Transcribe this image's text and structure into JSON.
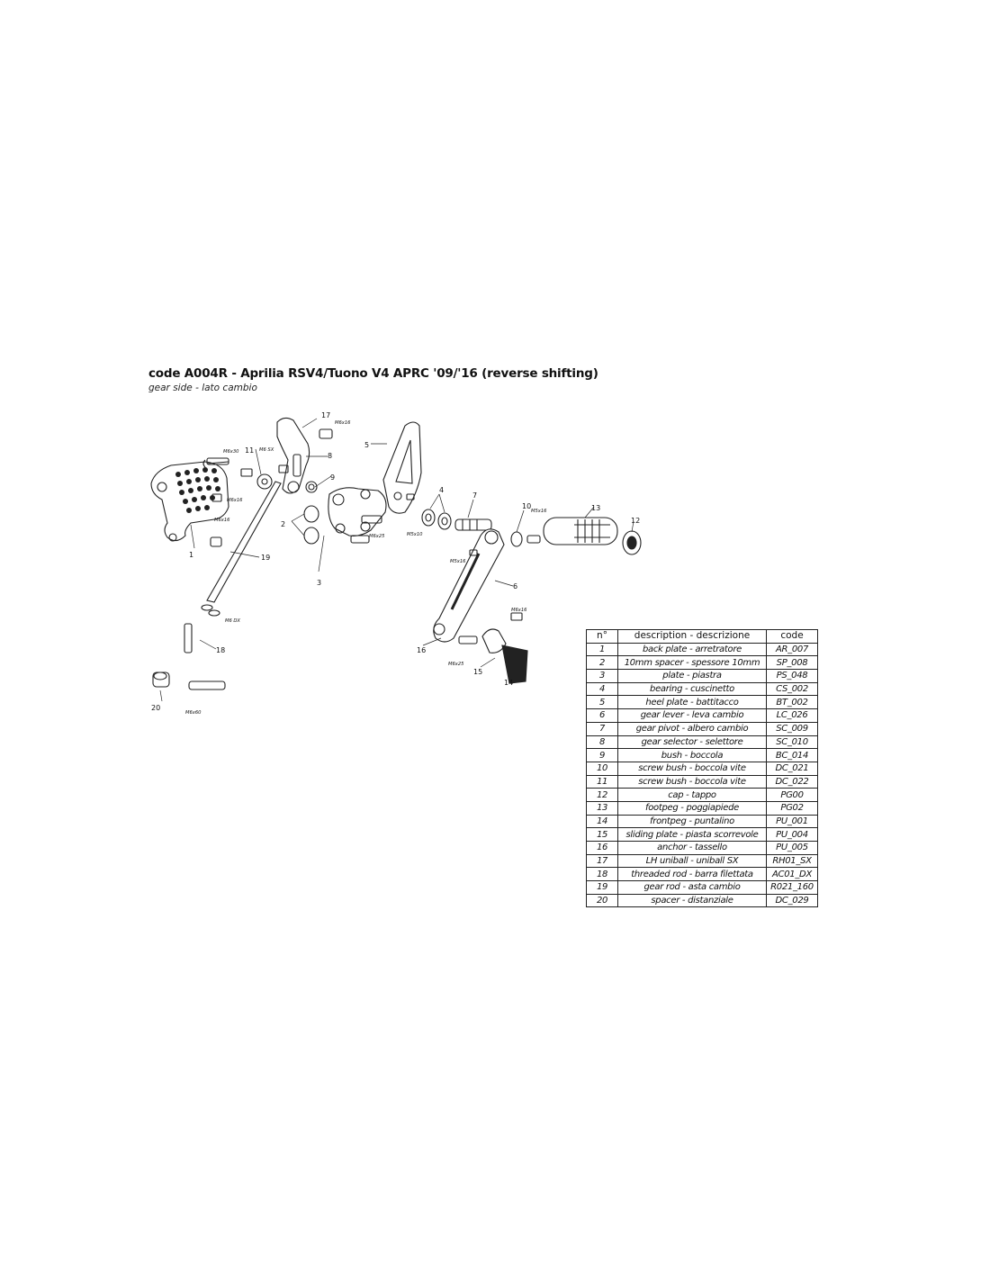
{
  "header": {
    "title": "code A004R - Aprilia RSV4/Tuono V4 APRC '09/'16 (reverse shifting)",
    "subtitle": "gear side - lato cambio"
  },
  "diagram": {
    "callouts": [
      "1",
      "2",
      "3",
      "4",
      "5",
      "6",
      "7",
      "8",
      "9",
      "10",
      "11",
      "12",
      "13",
      "14",
      "15",
      "16",
      "17",
      "18",
      "19",
      "20"
    ],
    "screws": [
      "M6x30",
      "M6x16",
      "M6x16",
      "M6x16",
      "M6 SX",
      "M6x25",
      "M5x10",
      "M5x16",
      "M5x16",
      "M6x16",
      "M6 DX",
      "M6x25",
      "M6x60"
    ]
  },
  "table": {
    "headers": [
      "n°",
      "description - descrizione",
      "code"
    ],
    "rows": [
      {
        "n": "1",
        "desc": "back plate - arretratore",
        "code": "AR_007"
      },
      {
        "n": "2",
        "desc": "10mm spacer - spessore 10mm",
        "code": "SP_008"
      },
      {
        "n": "3",
        "desc": "plate - piastra",
        "code": "PS_048"
      },
      {
        "n": "4",
        "desc": "bearing - cuscinetto",
        "code": "CS_002"
      },
      {
        "n": "5",
        "desc": "heel plate - battitacco",
        "code": "BT_002"
      },
      {
        "n": "6",
        "desc": "gear lever - leva cambio",
        "code": "LC_026"
      },
      {
        "n": "7",
        "desc": "gear pivot - albero cambio",
        "code": "SC_009"
      },
      {
        "n": "8",
        "desc": "gear selector - selettore",
        "code": "SC_010"
      },
      {
        "n": "9",
        "desc": "bush - boccola",
        "code": "BC_014"
      },
      {
        "n": "10",
        "desc": "screw bush - boccola vite",
        "code": "DC_021"
      },
      {
        "n": "11",
        "desc": "screw bush - boccola vite",
        "code": "DC_022"
      },
      {
        "n": "12",
        "desc": "cap - tappo",
        "code": "PG00"
      },
      {
        "n": "13",
        "desc": "footpeg - poggiapiede",
        "code": "PG02"
      },
      {
        "n": "14",
        "desc": "frontpeg - puntalino",
        "code": "PU_001"
      },
      {
        "n": "15",
        "desc": "sliding plate - piasta scorrevole",
        "code": "PU_004"
      },
      {
        "n": "16",
        "desc": "anchor - tassello",
        "code": "PU_005"
      },
      {
        "n": "17",
        "desc": "LH uniball - uniball SX",
        "code": "RH01_SX"
      },
      {
        "n": "18",
        "desc": "threaded rod - barra filettata",
        "code": "AC01_DX"
      },
      {
        "n": "19",
        "desc": "gear rod - asta cambio",
        "code": "R021_160"
      },
      {
        "n": "20",
        "desc": "spacer - distanziale",
        "code": "DC_029"
      }
    ]
  }
}
